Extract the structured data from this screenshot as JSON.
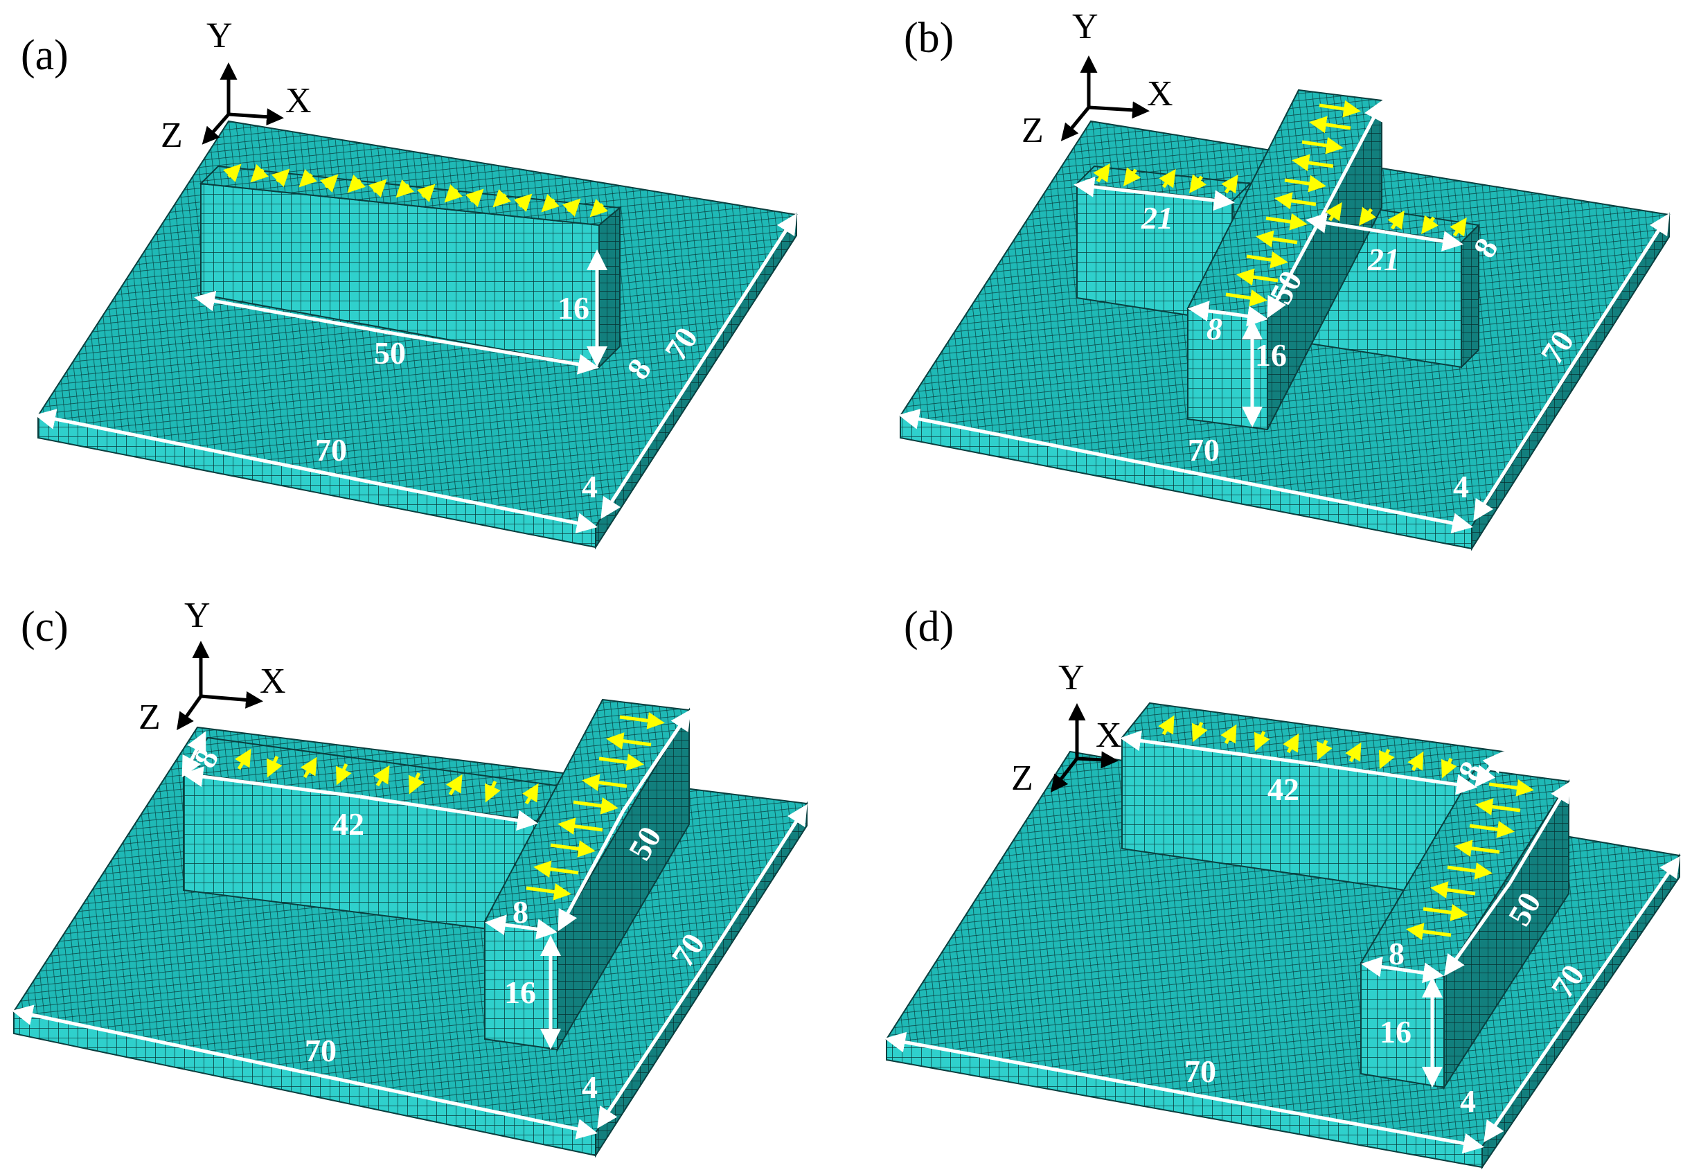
{
  "colors": {
    "mesh_fill": "#17b5b2",
    "mesh_top": "#22c3bf",
    "mesh_dark": "#0b7a78",
    "grid_line": "#0a3a3a",
    "dimension_arrow": "#ffffff",
    "load_arrow": "#ffff00",
    "axis": "#000000"
  },
  "axes": {
    "x": "X",
    "y": "Y",
    "z": "Z"
  },
  "panels": [
    {
      "label": "(a)",
      "dims": {
        "plate_length": "70",
        "plate_width": "70",
        "plate_thickness": "4",
        "wall_length": "50",
        "wall_height": "16",
        "wall_thickness": "8"
      }
    },
    {
      "label": "(b)",
      "dims": {
        "plate_length": "70",
        "plate_width": "70",
        "plate_thickness": "4",
        "left_segment": "21",
        "right_segment": "21",
        "cross_length": "50",
        "cross_thickness": "8",
        "wall_height": "16",
        "wall_thickness": "8"
      }
    },
    {
      "label": "(c)",
      "dims": {
        "plate_length": "70",
        "plate_width": "70",
        "plate_thickness": "4",
        "wall_length": "42",
        "wall_thickness": "8",
        "leg_length": "50",
        "leg_thickness": "8",
        "wall_height": "16"
      }
    },
    {
      "label": "(d)",
      "dims": {
        "plate_length": "70",
        "plate_width": "70",
        "plate_thickness": "4",
        "wall_length": "42",
        "wall_thickness": "8",
        "leg_length": "50",
        "leg_thickness": "8",
        "wall_height": "16"
      }
    }
  ]
}
